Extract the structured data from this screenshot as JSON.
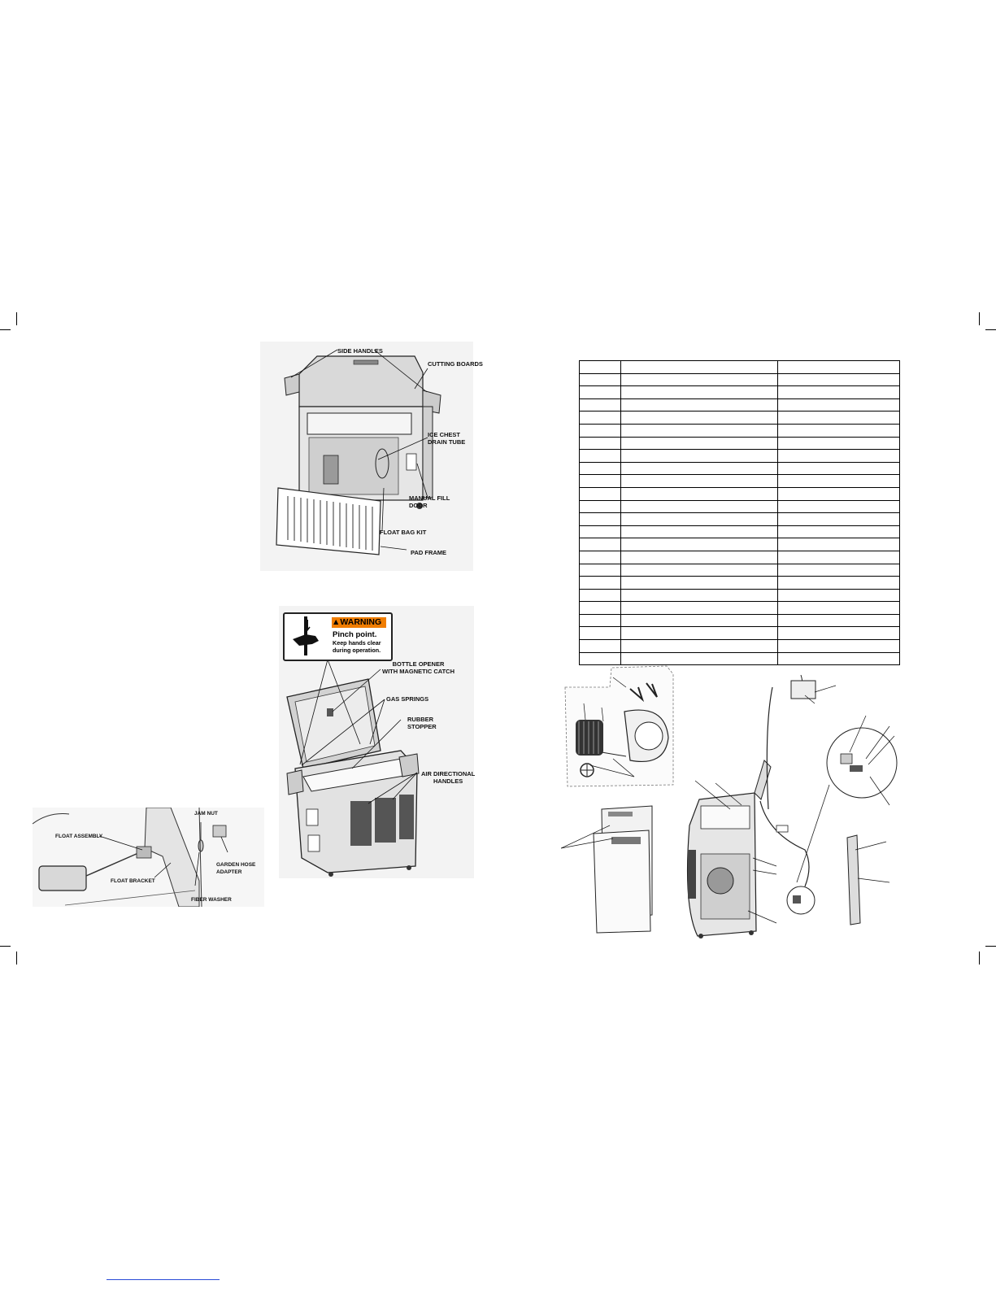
{
  "callouts": {
    "side_handles": "SIDE HANDLES",
    "cutting_boards": "CUTTING BOARDS",
    "ice_chest_drain_tube": "ICE CHEST\nDRAIN TUBE",
    "manual_fill_door": "MANUAL FILL\nDOOR",
    "float_bag_kit": "FLOAT BAG KIT",
    "pad_frame": "PAD FRAME",
    "bottle_opener": "BOTTLE OPENER\nWITH MAGNETIC CATCH",
    "gas_springs": "GAS SPRINGS",
    "rubber_stopper": "RUBBER\nSTOPPER",
    "air_directional_handles": "AIR DIRECTIONAL\nHANDLES",
    "jam_nut": "JAM NUT",
    "float_assembly": "FLOAT ASSEMBLY",
    "garden_hose_adapter": "GARDEN HOSE\nADAPTER",
    "float_bracket": "FLOAT BRACKET",
    "fiber_washer": "FIBER WASHER"
  },
  "warning_label": {
    "heading": "WARNING",
    "line1": "Pinch point.",
    "line2": "Keep hands clear\nduring operation."
  },
  "parts_table": {
    "rows": 24,
    "columns": 3
  },
  "colors": {
    "warning_orange": "#f07d00",
    "link_blue": "#2a4bd7",
    "line": "#000000"
  }
}
